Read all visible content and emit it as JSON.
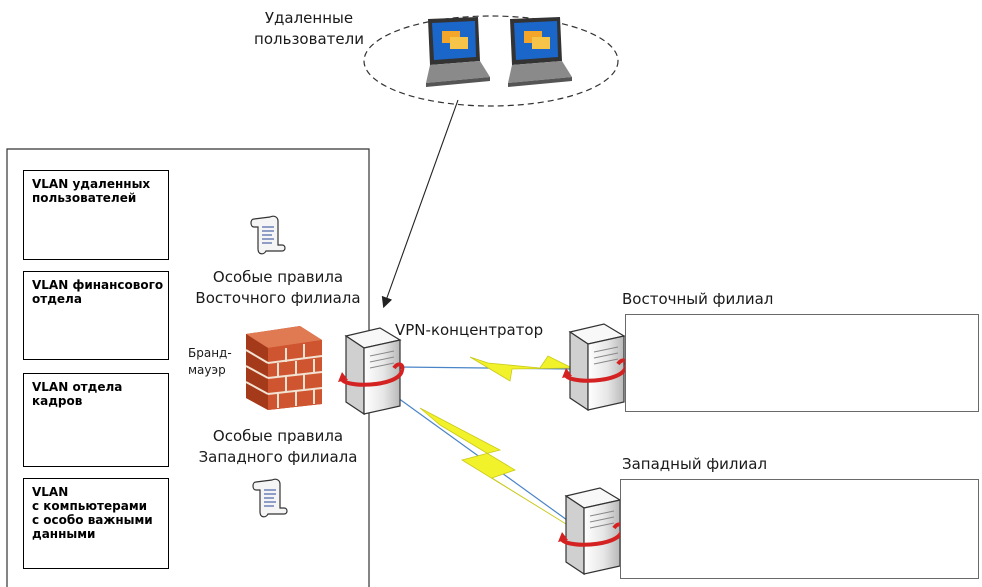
{
  "remote_users": {
    "label": "Удаленные\nпользователи"
  },
  "vlans": [
    {
      "label": "VLAN удаленных\nпользователей"
    },
    {
      "label": "VLAN финансового\nотдела"
    },
    {
      "label": "VLAN отдела\nкадров"
    },
    {
      "label": "VLAN\nс компьютерами\nс особо важными\nданными"
    }
  ],
  "rules_east": {
    "label": "Особые правила\nВосточного филиала"
  },
  "rules_west": {
    "label": "Особые правила\nЗападного филиала"
  },
  "firewall": {
    "label": "Бранд-\nмауэр"
  },
  "vpn_concentrator": {
    "label": "VPN-концентратор"
  },
  "branch_east": {
    "label": "Восточный филиал"
  },
  "branch_west": {
    "label": "Западный филиал"
  },
  "colors": {
    "lightning": "#f2f22a",
    "ring": "#d42222",
    "brick": "#cf5530",
    "server": "#e7e7e7",
    "screen": "#1b66c9"
  }
}
